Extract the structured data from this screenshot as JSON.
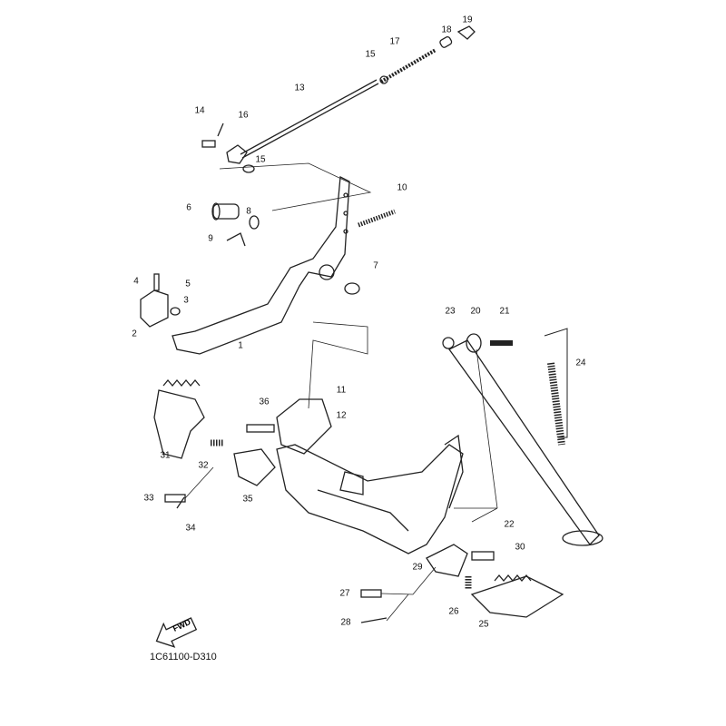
{
  "diagram": {
    "part_labels": [
      "19",
      "18",
      "17",
      "15",
      "13",
      "14",
      "16",
      "15",
      "10",
      "6",
      "8",
      "9",
      "4",
      "5",
      "3",
      "2",
      "1",
      "7",
      "23",
      "20",
      "21",
      "24",
      "11",
      "12",
      "36",
      "31",
      "32",
      "33",
      "34",
      "35",
      "22",
      "30",
      "29",
      "27",
      "26",
      "25",
      "28"
    ],
    "fwd_arrow_text": "FWD",
    "drawing_code": "1C61100-D310"
  }
}
